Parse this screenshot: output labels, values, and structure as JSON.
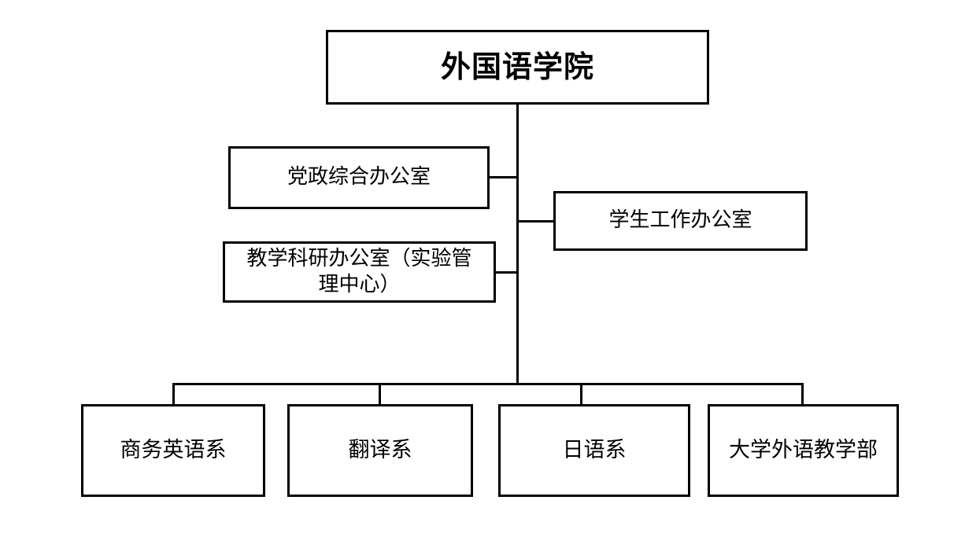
{
  "chart_data": {
    "type": "diagram",
    "diagram_kind": "organization-chart",
    "orientation": "top-down",
    "title": "外国语学院",
    "colors": {
      "background": "#ffffff",
      "box_fill": "#ffffff",
      "box_border": "#000000",
      "connector": "#000000",
      "text": "#000000"
    },
    "root": {
      "label": "外国语学院",
      "level": 0
    },
    "offices": [
      {
        "label": "党政综合办公室",
        "level": 1,
        "side": "left"
      },
      {
        "label": "学生工作办公室",
        "level": 1,
        "side": "right"
      },
      {
        "label": "教学科研办公室（实验管\n理中心）",
        "level": 1,
        "side": "left"
      }
    ],
    "departments": [
      {
        "label": "商务英语系",
        "level": 2
      },
      {
        "label": "翻译系",
        "level": 2
      },
      {
        "label": "日语系",
        "level": 2
      },
      {
        "label": "大学外语教学部",
        "level": 2
      }
    ],
    "edges": [
      {
        "from": "外国语学院",
        "to": "党政综合办公室"
      },
      {
        "from": "外国语学院",
        "to": "学生工作办公室"
      },
      {
        "from": "外国语学院",
        "to": "教学科研办公室（实验管理中心）"
      },
      {
        "from": "外国语学院",
        "to": "商务英语系"
      },
      {
        "from": "外国语学院",
        "to": "翻译系"
      },
      {
        "from": "外国语学院",
        "to": "日语系"
      },
      {
        "from": "外国语学院",
        "to": "大学外语教学部"
      }
    ]
  }
}
